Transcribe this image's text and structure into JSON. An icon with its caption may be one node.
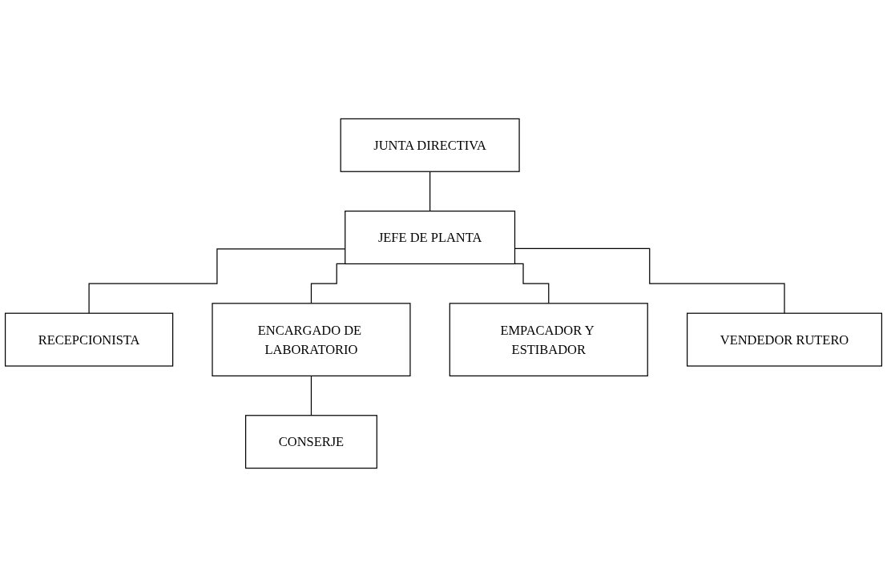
{
  "diagram": {
    "nodes": [
      {
        "text": [
          "JUNTA DIRECTIVA"
        ]
      },
      {
        "text": [
          "JEFE DE PLANTA"
        ]
      },
      {
        "text": [
          "RECEPCIONISTA"
        ]
      },
      {
        "text": [
          "ENCARGADO DE LABORATORIO"
        ]
      },
      {
        "text": [
          "EMPACADOR Y ESTIBADOR"
        ]
      },
      {
        "text": [
          "VENDEDOR RUTERO"
        ]
      },
      {
        "text": [
          "CONSERJE"
        ]
      }
    ],
    "edges": [
      {
        "from": 0,
        "to": 1,
        "arrow": "none"
      },
      {
        "from": 1,
        "to": 2,
        "arrow": "none"
      },
      {
        "from": 1,
        "to": 3,
        "arrow": "none"
      },
      {
        "from": 1,
        "to": 4,
        "arrow": "none"
      },
      {
        "from": 1,
        "to": 5,
        "arrow": "none"
      },
      {
        "from": 3,
        "to": 6,
        "arrow": "none"
      }
    ]
  }
}
